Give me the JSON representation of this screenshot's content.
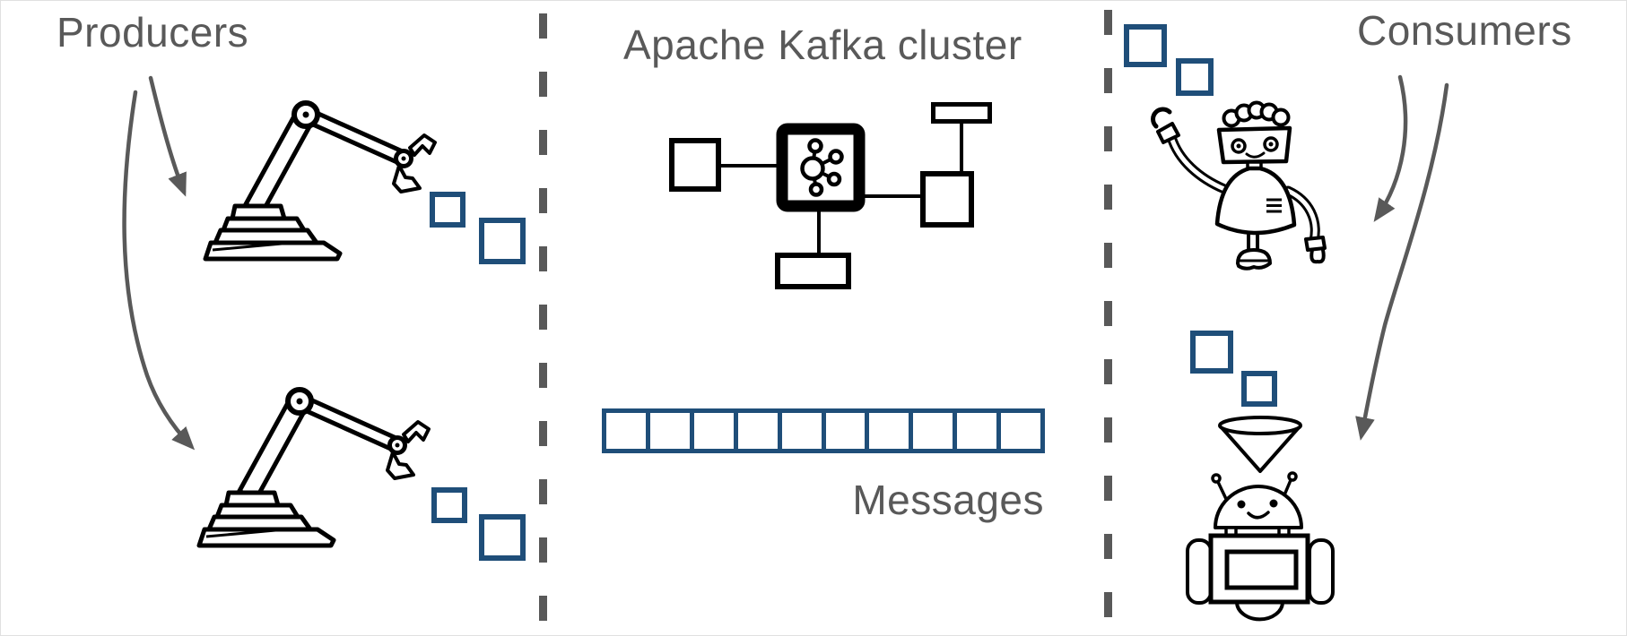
{
  "sections": {
    "producers": {
      "label": "Producers"
    },
    "cluster": {
      "label": "Apache Kafka cluster"
    },
    "consumers": {
      "label": "Consumers"
    }
  },
  "messages": {
    "label": "Messages",
    "cell_count": 10
  },
  "colors": {
    "accent_blue": "#1F4E79",
    "text_gray": "#595959",
    "illustration_black": "#000000",
    "background": "#FFFFFF"
  },
  "icons": {
    "producer_top": "robot-arm-icon",
    "producer_bottom": "robot-arm-icon",
    "cluster_center": "kafka-logo-node-icon",
    "cluster_nodes": "broker-box-icon",
    "consumer_top": "waving-robot-icon",
    "consumer_bottom": "screen-robot-icon",
    "consumer_filter": "funnel-icon",
    "message_unit": "message-square-icon",
    "flow": "curved-arrow-icon",
    "separator": "dashed-divider"
  }
}
